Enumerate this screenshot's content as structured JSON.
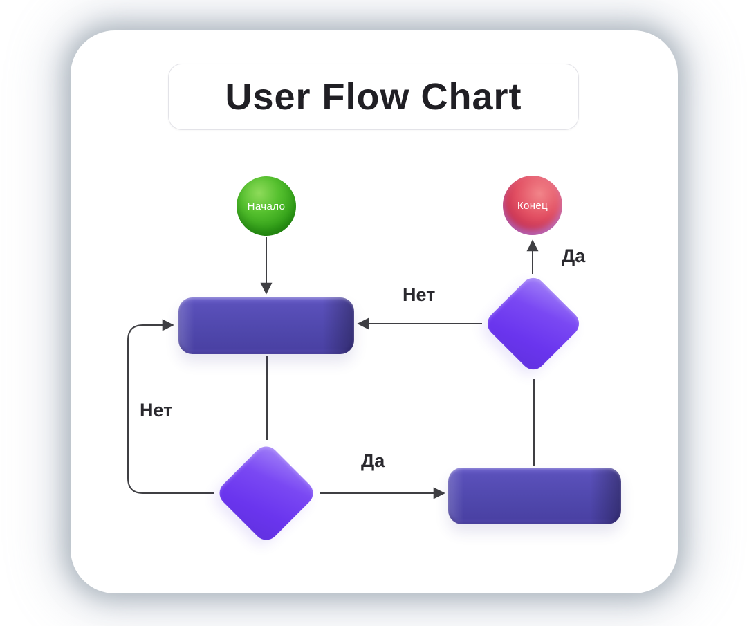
{
  "page": {
    "background_color": "#ffffff",
    "card_shadow_color": "#8e9cb0"
  },
  "header": {
    "title": "User Flow Chart"
  },
  "flowchart": {
    "nodes": {
      "start": {
        "type": "start-terminal",
        "label": "Начало",
        "color": "#3aa51c"
      },
      "end": {
        "type": "end-terminal",
        "label": "Конец",
        "color": "#d23a52"
      },
      "process1": {
        "type": "process",
        "label": "",
        "color": "#5048ad"
      },
      "process2": {
        "type": "process",
        "label": "",
        "color": "#5048ad"
      },
      "decision1": {
        "type": "decision",
        "label": "",
        "color": "#6a35ee"
      },
      "decision2": {
        "type": "decision",
        "label": "",
        "color": "#6a35ee"
      }
    },
    "edge_labels": {
      "decision2_to_end": "Да",
      "decision2_to_process1": "Нет",
      "decision1_to_process2": "Да",
      "decision1_loop_to_process1": "Нет"
    },
    "line_color": "#3f3f43"
  }
}
